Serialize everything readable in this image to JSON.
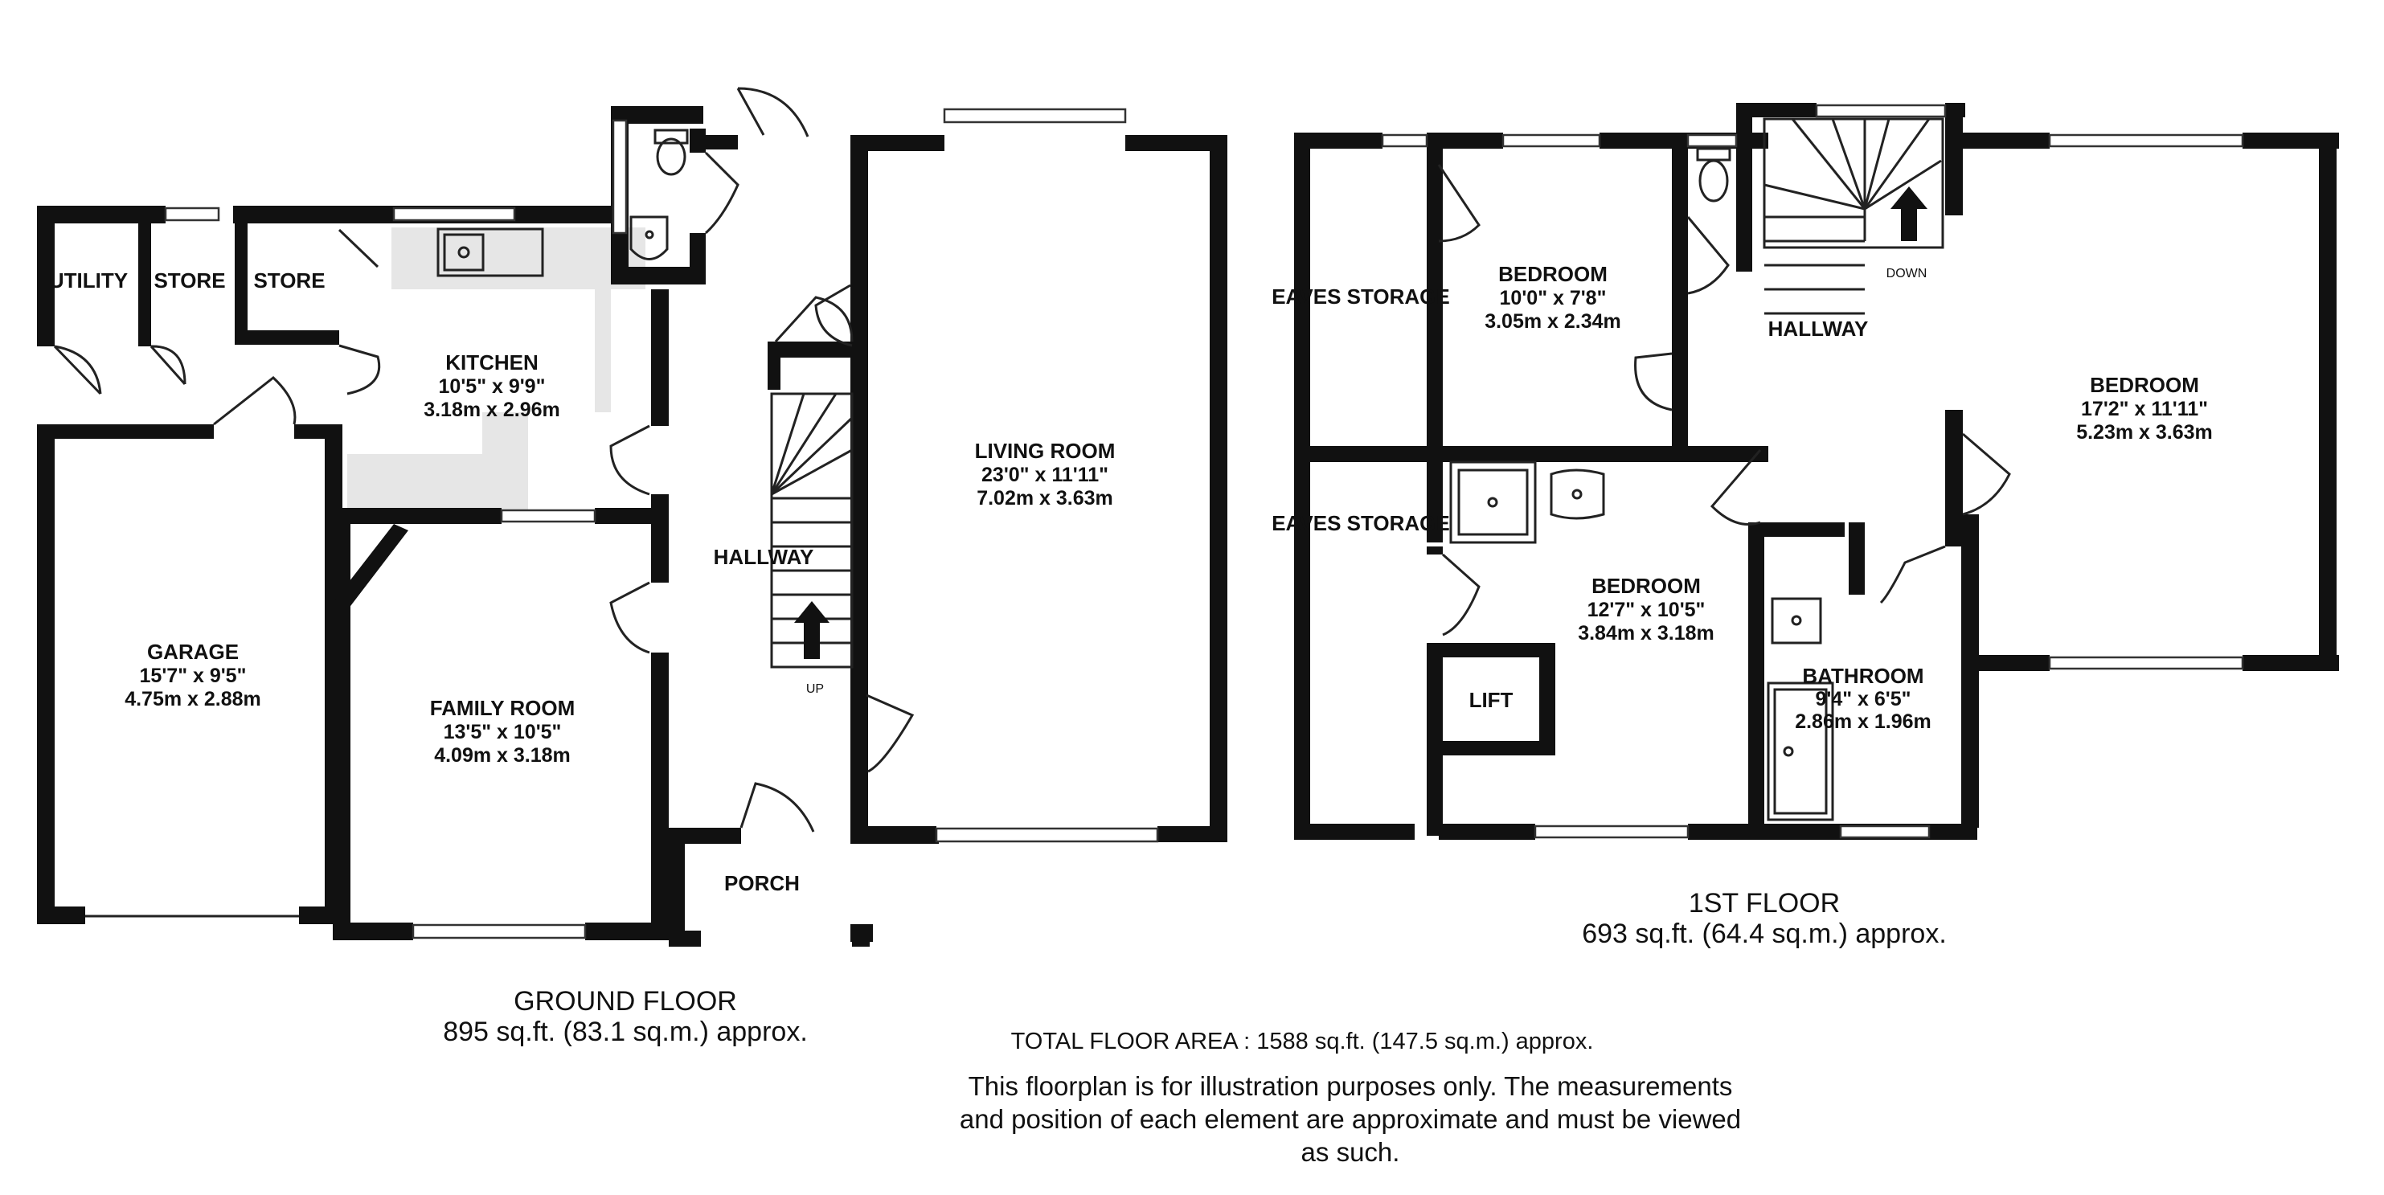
{
  "ground_floor": {
    "title": "GROUND FLOOR",
    "area": "895 sq.ft. (83.1 sq.m.) approx.",
    "rooms": {
      "utility": {
        "name": "UTILITY"
      },
      "store1": {
        "name": "STORE"
      },
      "store2": {
        "name": "STORE"
      },
      "kitchen": {
        "name": "KITCHEN",
        "imperial": "10'5\"  x 9'9\"",
        "metric": "3.18m  x 2.96m"
      },
      "garage": {
        "name": "GARAGE",
        "imperial": "15'7\"  x 9'5\"",
        "metric": "4.75m  x 2.88m"
      },
      "family_room": {
        "name": "FAMILY ROOM",
        "imperial": "13'5\"  x 10'5\"",
        "metric": "4.09m  x 3.18m"
      },
      "hallway": {
        "name": "HALLWAY"
      },
      "porch": {
        "name": "PORCH"
      },
      "living_room": {
        "name": "LIVING ROOM",
        "imperial": "23'0\"  x 11'11\"",
        "metric": "7.02m  x 3.63m"
      }
    },
    "stairs_label": "UP"
  },
  "first_floor": {
    "title": "1ST FLOOR",
    "area": "693 sq.ft. (64.4 sq.m.) approx.",
    "rooms": {
      "eaves1": {
        "name": "EAVES STORAGE"
      },
      "eaves2": {
        "name": "EAVES STORAGE"
      },
      "bedroom1": {
        "name": "BEDROOM",
        "imperial": "10'0\"  x 7'8\"",
        "metric": "3.05m  x 2.34m"
      },
      "hallway": {
        "name": "HALLWAY"
      },
      "bedroom2": {
        "name": "BEDROOM",
        "imperial": "17'2\"  x 11'11\"",
        "metric": "5.23m  x 3.63m"
      },
      "bedroom3": {
        "name": "BEDROOM",
        "imperial": "12'7\"  x 10'5\"",
        "metric": "3.84m  x 3.18m"
      },
      "lift": {
        "name": "LIFT"
      },
      "bathroom": {
        "name": "BATHROOM",
        "imperial": "9'4\"  x 6'5\"",
        "metric": "2.86m  x 1.96m"
      }
    },
    "stairs_label": "DOWN"
  },
  "total_area": "TOTAL FLOOR AREA : 1588 sq.ft. (147.5 sq.m.) approx.",
  "disclaimer": [
    "This floorplan is for illustration purposes only. The measurements",
    "and position of each element are approximate and must be viewed",
    "as such."
  ]
}
